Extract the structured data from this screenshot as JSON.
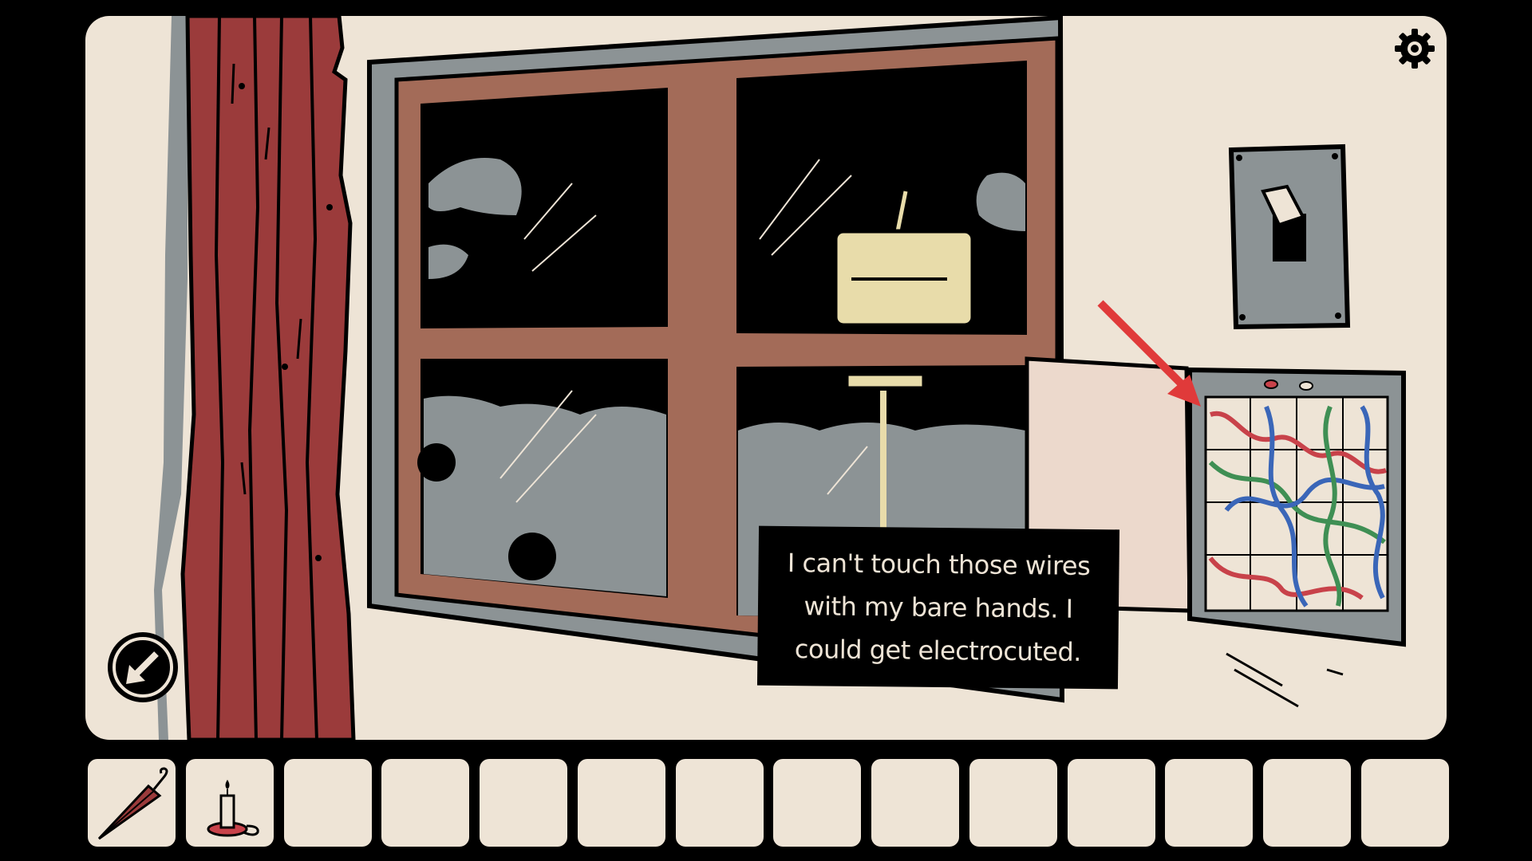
{
  "scene": {
    "dialog_text": "I can't touch those wires with my bare hands. I could get electrocuted.",
    "hint_arrow_color": "#e03a3a",
    "wire_colors": [
      "#c8424a",
      "#3f8f54",
      "#3a66b8"
    ]
  },
  "controls": {
    "settings_icon": "gear-icon",
    "back_icon": "back-arrow-icon"
  },
  "inventory": {
    "slot_count": 14,
    "items": [
      {
        "slot": 0,
        "item": "umbrella"
      },
      {
        "slot": 1,
        "item": "candle"
      }
    ]
  },
  "colors": {
    "background": "#000000",
    "scene_wall": "#eee4d6",
    "curtain": "#9b3b3b",
    "window_frame": "#a36b58",
    "window_steel": "#8c9395",
    "glass": "#000000",
    "foliage": "#8c9395"
  }
}
